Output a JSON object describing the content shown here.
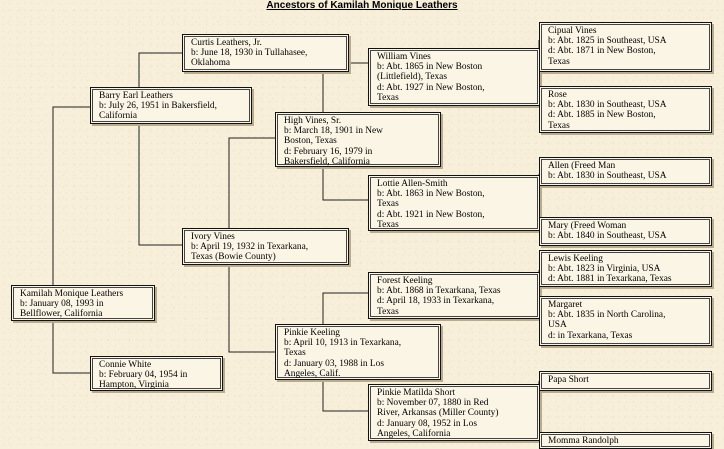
{
  "title": "Ancestors of Kamilah Monique Leathers",
  "people": {
    "kamilah": {
      "name": "Kamilah Monique Leathers",
      "lines": [
        "b: January 08, 1993 in",
        "Bellflower, California"
      ]
    },
    "barry": {
      "name": "Barry Earl Leathers",
      "lines": [
        "b: July 26, 1951 in Bakersfield,",
        "California"
      ]
    },
    "connie": {
      "name": "Connie White",
      "lines": [
        "b: February 04, 1954 in",
        "Hampton, Virginia"
      ]
    },
    "curtis": {
      "name": "Curtis Leathers, Jr.",
      "lines": [
        "b: June 18, 1930 in Tullahasee,",
        "Oklahoma"
      ]
    },
    "ivory": {
      "name": "Ivory Vines",
      "lines": [
        "b: April 19, 1932 in Texarkana,",
        "Texas (Bowie County)"
      ]
    },
    "high": {
      "name": "High Vines, Sr.",
      "lines": [
        "b: March 18, 1901 in New",
        "Boston, Texas",
        "d: February 16, 1979 in",
        "Bakersfield, California"
      ]
    },
    "pinkie": {
      "name": "Pinkie Keeling",
      "lines": [
        "b: April 10, 1913 in Texarkana,",
        "Texas",
        "d: January 03, 1988 in Los",
        "Angeles, Calif."
      ]
    },
    "william": {
      "name": "William Vines",
      "lines": [
        "b: Abt. 1865 in New Boston",
        "(Littlefield), Texas",
        "d: Abt. 1927 in New Boston,",
        "Texas"
      ]
    },
    "lottie": {
      "name": "Lottie Allen-Smith",
      "lines": [
        "b: Abt. 1863 in New Boston,",
        "Texas",
        "d: Abt. 1921 in New Boston,",
        "Texas"
      ]
    },
    "forest": {
      "name": "Forest Keeling",
      "lines": [
        "b: Abt. 1868 in Texarkana, Texas",
        "d: April 18, 1933 in Texarkana,",
        "Texas"
      ]
    },
    "pinkiems": {
      "name": "Pinkie Matilda Short",
      "lines": [
        "b: November 07, 1880 in Red",
        "River, Arkansas (Miller County)",
        "d: January 08, 1952 in Los",
        "Angeles, California"
      ]
    },
    "cipual": {
      "name": "Cipual Vines",
      "lines": [
        "b: Abt. 1825 in Southeast, USA",
        "d: Abt. 1871 in New Boston,",
        "Texas"
      ]
    },
    "rose": {
      "name": "Rose",
      "lines": [
        "b: Abt. 1830 in Southeast, USA",
        "d: Abt. 1885 in New Boston,",
        "Texas"
      ]
    },
    "allen": {
      "name": "Allen (Freed Man",
      "lines": [
        "b: Abt. 1830 in Southeast, USA"
      ]
    },
    "mary": {
      "name": "Mary (Freed Woman",
      "lines": [
        "b: Abt. 1840 in Southeast, USA"
      ]
    },
    "lewis": {
      "name": "Lewis Keeling",
      "lines": [
        "b: Abt. 1823 in Virginia, USA",
        "d: Abt. 1881 in Texarkana, Texas"
      ]
    },
    "margaret": {
      "name": "Margaret",
      "lines": [
        "b: Abt. 1835 in North Carolina,",
        "USA",
        "d: in Texarkana, Texas"
      ]
    },
    "papa": {
      "name": "Papa Short",
      "lines": []
    },
    "momma": {
      "name": "Momma Randolph",
      "lines": []
    }
  }
}
